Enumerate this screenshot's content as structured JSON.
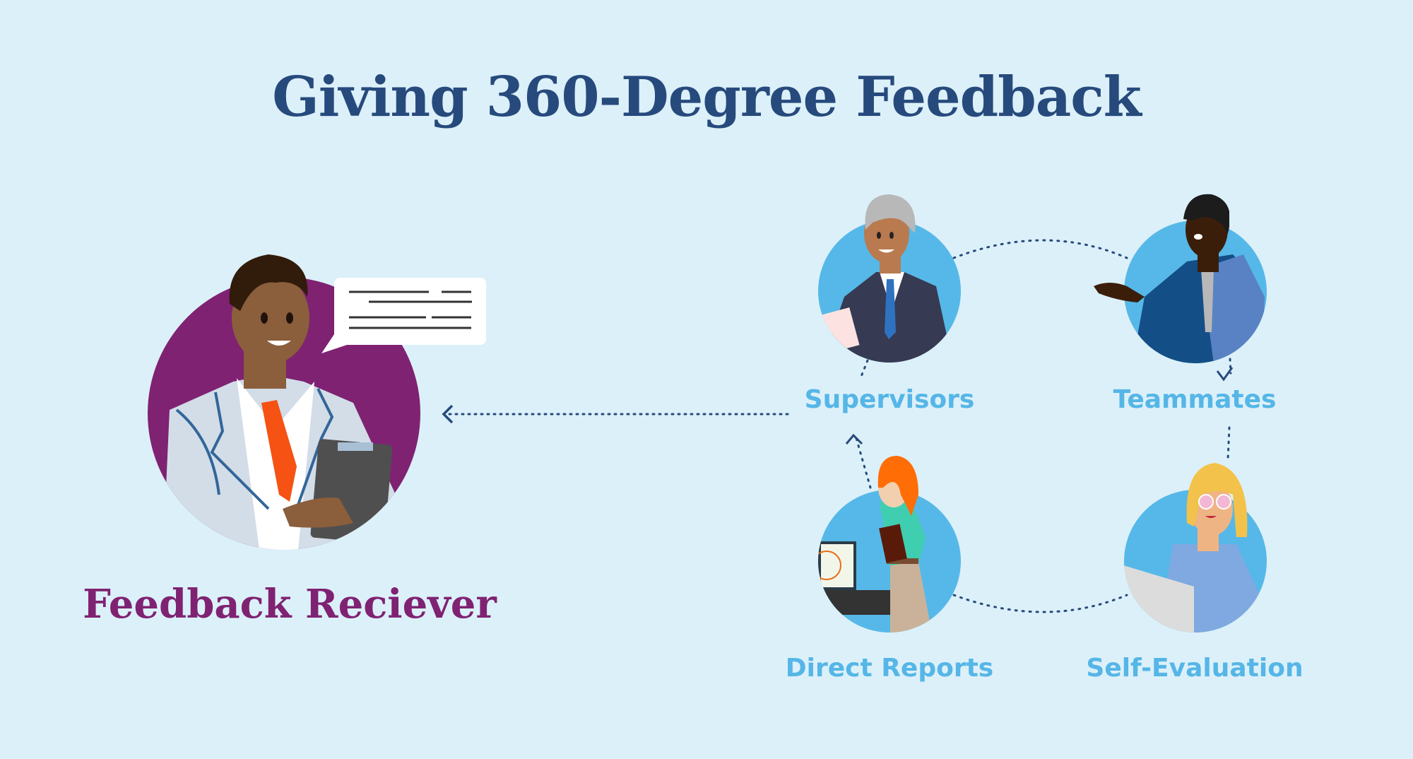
{
  "title": "Giving 360-Degree Feedback",
  "receiver": {
    "label": "Feedback Reciever",
    "circle_color": "#7f2272",
    "icon": "person-with-speech-bubble-icon"
  },
  "sources": [
    {
      "label": "Supervisors",
      "icon": "supervisor-person-icon"
    },
    {
      "label": "Teammates",
      "icon": "teammate-person-icon"
    },
    {
      "label": "Direct Reports",
      "icon": "direct-report-person-icon"
    },
    {
      "label": "Self-Evaluation",
      "icon": "self-evaluation-person-icon"
    }
  ],
  "colors": {
    "background": "#dcf0f9",
    "title": "#274a7d",
    "label": "#55b6e7",
    "source_circle": "#56b8e8",
    "receiver_circle": "#7f2272",
    "connector": "#274a7d"
  }
}
